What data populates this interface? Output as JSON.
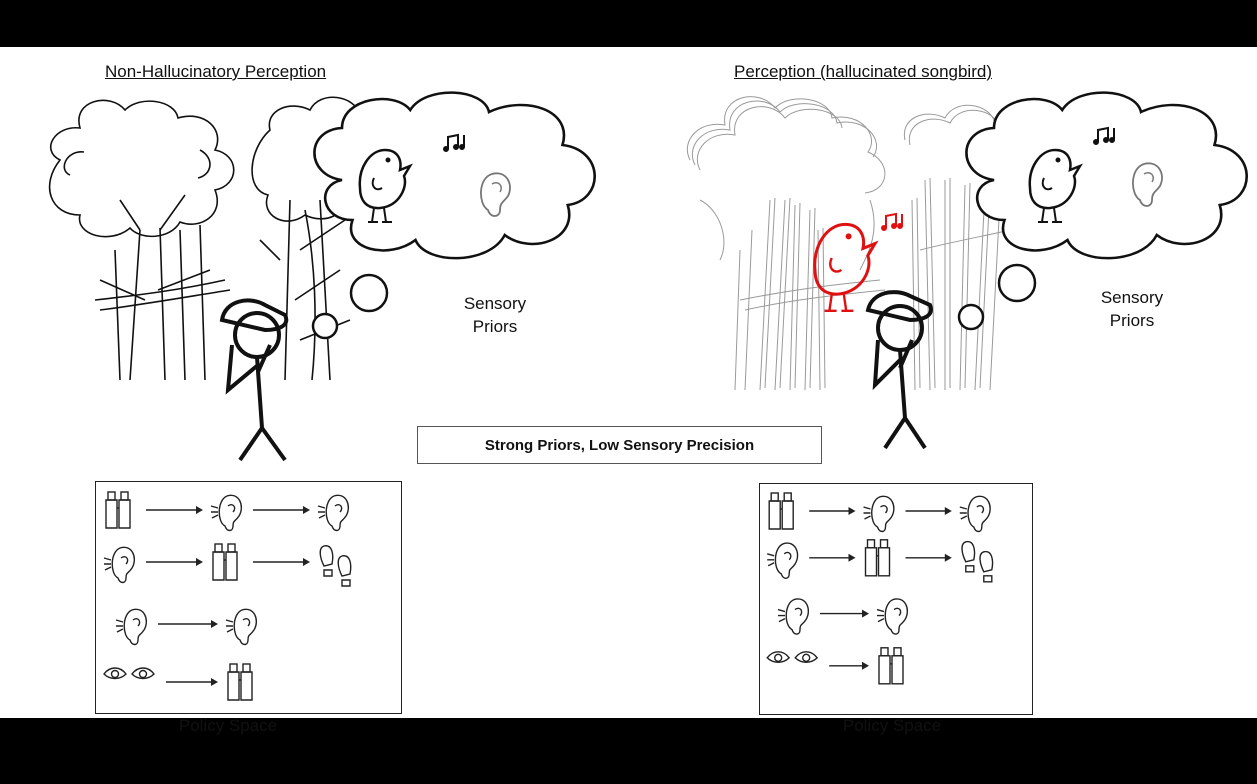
{
  "left_panel": {
    "title": "Non-Hallucinatory Perception",
    "thought_label_line1": "Sensory",
    "thought_label_line2": "Priors",
    "policy_title": "Policy Space"
  },
  "right_panel": {
    "title": "Perception (hallucinated songbird)",
    "thought_label_line1": "Sensory",
    "thought_label_line2": "Priors",
    "policy_title": "Policy Space"
  },
  "center_label": "Strong Priors, Low Sensory Precision",
  "policy_rows": [
    [
      "binoculars-icon",
      "ear-icon",
      "ear-icon"
    ],
    [
      "ear-icon",
      "binoculars-icon",
      "footprints-icon"
    ],
    [
      "ear-icon",
      "ear-icon"
    ],
    [
      "eyes-icon",
      "binoculars-icon"
    ]
  ],
  "colors": {
    "background": "#ffffff",
    "bars": "#000000",
    "ink": "#111111",
    "hallucination": "#e01010",
    "faded_tree": "#9a9a9a"
  }
}
